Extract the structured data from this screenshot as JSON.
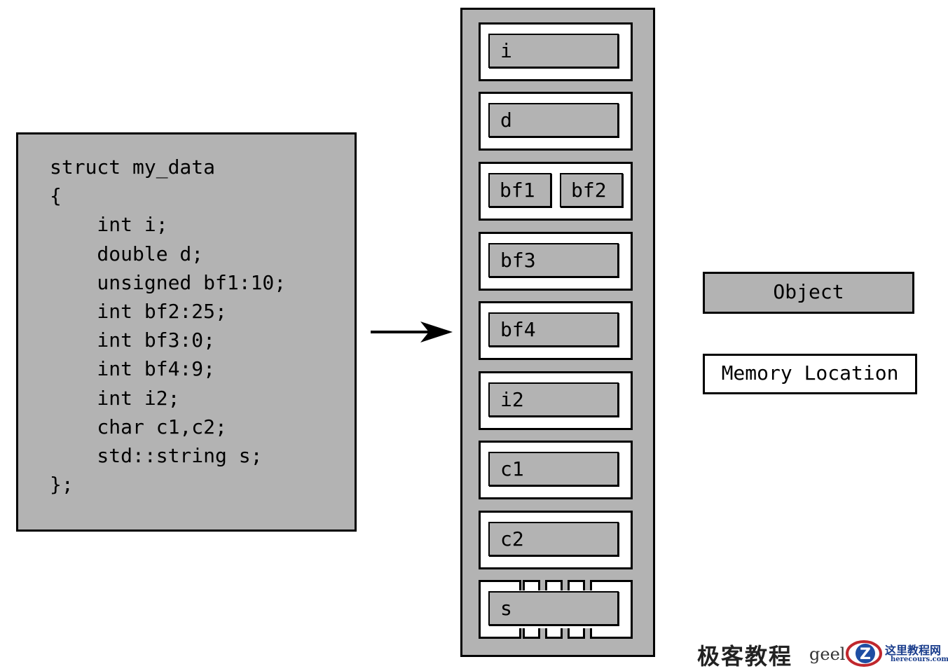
{
  "code": {
    "lines": [
      "struct my_data",
      "{",
      "    int i;",
      "    double d;",
      "    unsigned bf1:10;",
      "    int bf2:25;",
      "    int bf3:0;",
      "    int bf4:9;",
      "    int i2;",
      "    char c1,c2;",
      "    std::string s;",
      "};"
    ]
  },
  "memory": {
    "locations": [
      {
        "objects": [
          "i"
        ]
      },
      {
        "objects": [
          "d"
        ]
      },
      {
        "objects": [
          "bf1",
          "bf2"
        ]
      },
      {
        "objects": [
          "bf3"
        ]
      },
      {
        "objects": [
          "bf4"
        ]
      },
      {
        "objects": [
          "i2"
        ]
      },
      {
        "objects": [
          "c1"
        ]
      },
      {
        "objects": [
          "c2"
        ]
      },
      {
        "objects": [
          "s"
        ]
      }
    ]
  },
  "legend": {
    "object_label": "Object",
    "memory_location_label": "Memory Location"
  },
  "watermark": {
    "cn_text": "极客教程",
    "latin_text": "geel",
    "logo_letter": "Z",
    "site_cn": "这里教程网",
    "site_url": "herecours.com"
  },
  "colors": {
    "object_fill": "#b3b3b3",
    "location_fill": "#ffffff",
    "stroke": "#000000"
  }
}
